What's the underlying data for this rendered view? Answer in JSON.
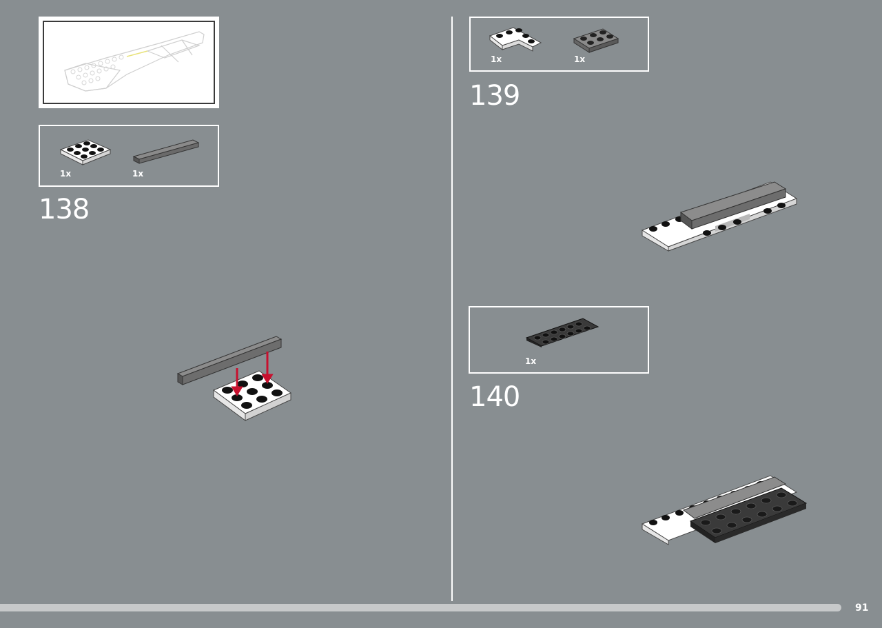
{
  "page": {
    "number": "91"
  },
  "steps": [
    {
      "number": "138",
      "parts": [
        {
          "name": "white-plate-3x3",
          "qty": "1x"
        },
        {
          "name": "dark-gray-tile-1x6",
          "qty": "1x"
        }
      ]
    },
    {
      "number": "139",
      "parts": [
        {
          "name": "white-corner-plate",
          "qty": "1x"
        },
        {
          "name": "dark-gray-plate-2x3",
          "qty": "1x"
        }
      ]
    },
    {
      "number": "140",
      "parts": [
        {
          "name": "black-plate-2x6",
          "qty": "1x"
        }
      ]
    }
  ],
  "colors": {
    "background": "#888e91",
    "white_brick": "#ffffff",
    "dark_gray_brick": "#6f6f6f",
    "black_brick": "#2b2b2b",
    "arrow": "#c8102e"
  }
}
